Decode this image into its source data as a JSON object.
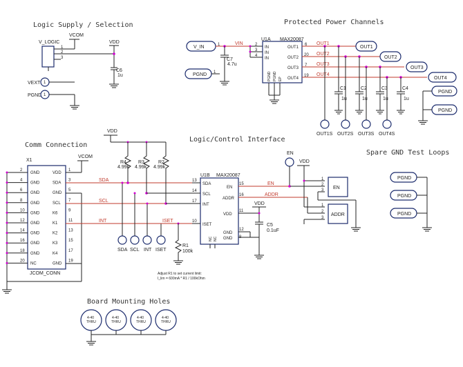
{
  "sections": {
    "logic_supply": "Logic Supply / Selection",
    "protected_power": "Protected Power Channels",
    "comm": "Comm Connection",
    "logic_control": "Logic/Control Interface",
    "spare_gnd": "Spare GND Test Loops",
    "mounting": "Board Mounting Holes"
  },
  "supply": {
    "v_logic": "V_LOGIC",
    "vcom": "VCOM",
    "vdd": "VDD",
    "vext": "VEXT",
    "pgnd": "PGND",
    "c6_ref": "C6",
    "c6_val": "1u",
    "pins": [
      "1",
      "2",
      "3"
    ]
  },
  "power": {
    "v_in": "V_IN",
    "pgnd": "PGND",
    "vin_net": "VIN",
    "c7_ref": "C7",
    "c7_val": "4.7u",
    "u1a_ref": "U1A",
    "u1a_part": "MAX20087",
    "in_pins": [
      "IN",
      "IN",
      "IN"
    ],
    "gnd_pins": [
      "PGND",
      "PGND",
      "EP"
    ],
    "outs": [
      {
        "pin": "6",
        "name": "OUT1",
        "net": "OUT1",
        "conn": "OUT1"
      },
      {
        "pin": "20",
        "name": "OUT2",
        "net": "OUT2",
        "conn": "OUT2"
      },
      {
        "pin": "7",
        "name": "OUT3",
        "net": "OUT3",
        "conn": "OUT3"
      },
      {
        "pin": "19",
        "name": "OUT4",
        "net": "OUT4",
        "conn": "OUT4"
      }
    ],
    "caps": [
      {
        "ref": "C1",
        "val": "1u"
      },
      {
        "ref": "C2",
        "val": "1u"
      },
      {
        "ref": "C3",
        "val": "1u"
      },
      {
        "ref": "C4",
        "val": "1u"
      }
    ],
    "tps": [
      "OUT1S",
      "OUT2S",
      "OUT3S",
      "OUT4S"
    ],
    "pgnd_right": [
      "PGND",
      "PGND"
    ]
  },
  "comm": {
    "x1": "X1",
    "vcom": "VCOM",
    "conn_name": "JCOM_CONN",
    "left": [
      "GND",
      "GND",
      "GND",
      "GND",
      "GND",
      "GND",
      "GND",
      "GND",
      "GND",
      "NC"
    ],
    "left_pins": [
      "2",
      "4",
      "6",
      "8",
      "10",
      "12",
      "14",
      "16",
      "18",
      "20"
    ],
    "right": [
      "VDD",
      "SDA",
      "GND",
      "SCL",
      "K6",
      "K1",
      "K2",
      "K3",
      "K4",
      "GND"
    ],
    "right_pins": [
      "1",
      "3",
      "5",
      "7",
      "9",
      "11",
      "13",
      "15",
      "17",
      "19"
    ],
    "nets": {
      "sda": "SDA",
      "scl": "SCL",
      "int": "INT",
      "iset": "ISET",
      "en": "EN",
      "addr": "ADDR"
    }
  },
  "control": {
    "vdd": "VDD",
    "resistors": [
      {
        "ref": "R4",
        "val": "4.99k"
      },
      {
        "ref": "R3",
        "val": "4.99k"
      },
      {
        "ref": "R2",
        "val": "4.99k"
      }
    ],
    "u1b_ref": "U1B",
    "u1b_part": "MAX20087",
    "left_pins": [
      {
        "num": "13",
        "name": "SDA"
      },
      {
        "num": "14",
        "name": "SCL"
      },
      {
        "num": "17",
        "name": "INT"
      },
      {
        "num": "10",
        "name": "ISET"
      }
    ],
    "right_pins": [
      {
        "num": "15",
        "name": "EN"
      },
      {
        "num": "16",
        "name": "ADDR"
      },
      {
        "num": "11",
        "name": "VDD"
      },
      {
        "num": "12",
        "name": "GND"
      },
      {
        "num": "8",
        "name": "GND"
      }
    ],
    "nc_pins": [
      "NC",
      "NC"
    ],
    "tps": [
      "SDA",
      "SCL",
      "INT",
      "ISET"
    ],
    "r1_ref": "R1",
    "r1_val": "100k",
    "c5_ref": "C5",
    "c5_val": "0.1uF",
    "en_tp": "EN",
    "note1": "Adjust R1 to set current limit:",
    "note2": "I_lim = 600mA * R1 / 100kOhm",
    "jumpers": [
      "EN",
      "ADDR"
    ],
    "jumper_pins": [
      "1",
      "2",
      "3"
    ]
  },
  "spare": {
    "loops": [
      "PGND",
      "PGND",
      "PGND"
    ]
  },
  "mounting": {
    "holes": [
      {
        "line1": "4-40",
        "line2": "THRU"
      },
      {
        "line1": "4-40",
        "line2": "THRU"
      },
      {
        "line1": "4-40",
        "line2": "THRU"
      },
      {
        "line1": "4-40",
        "line2": "THRU"
      }
    ]
  }
}
